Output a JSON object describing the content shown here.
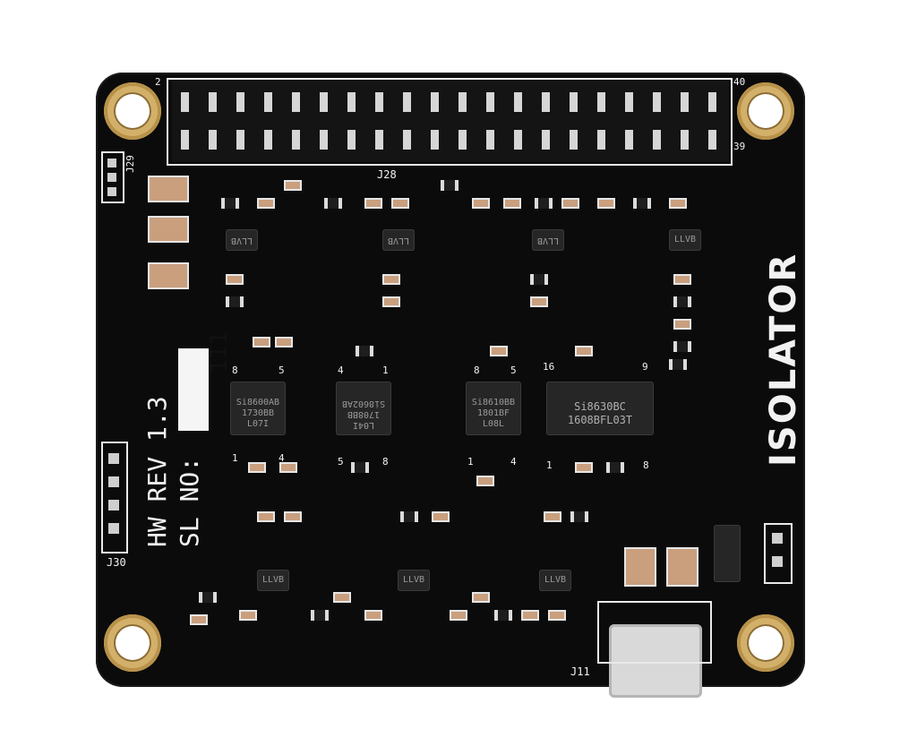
{
  "board": {
    "product_label": "ISOLATOR",
    "hw_rev": "HW REV 1.3",
    "sl_no": "SL NO:",
    "serial_value": "111",
    "connectors": {
      "j28": "J28",
      "j29": "J29",
      "j30": "J30",
      "j11": "J11",
      "pin_2": "2",
      "pin_40": "40",
      "pin_39": "39"
    },
    "chips": [
      {
        "line1": "Si8600AB",
        "line2": "1730BB",
        "line3": "L07I",
        "pin_a": "8",
        "pin_b": "5",
        "pin_c": "1",
        "pin_d": "4"
      },
      {
        "line1": "Si8602AB",
        "line2": "1708BB",
        "line3": "L04I",
        "pin_a": "4",
        "pin_b": "1",
        "pin_c": "5",
        "pin_d": "8"
      },
      {
        "line1": "Si8610BB",
        "line2": "1801BF",
        "line3": "L08L",
        "pin_a": "8",
        "pin_b": "5",
        "pin_c": "1",
        "pin_d": "4"
      },
      {
        "line1": "Si8630BC",
        "line2": "1608BFL03T",
        "line3": "",
        "pin_a": "16",
        "pin_b": "9",
        "pin_c": "1",
        "pin_d": "8"
      }
    ],
    "regulator_marking": "LLVB"
  },
  "colors": {
    "pcb": "#0b0b0b",
    "silkscreen": "#f2f2f2",
    "gold": "#d3b06a"
  }
}
